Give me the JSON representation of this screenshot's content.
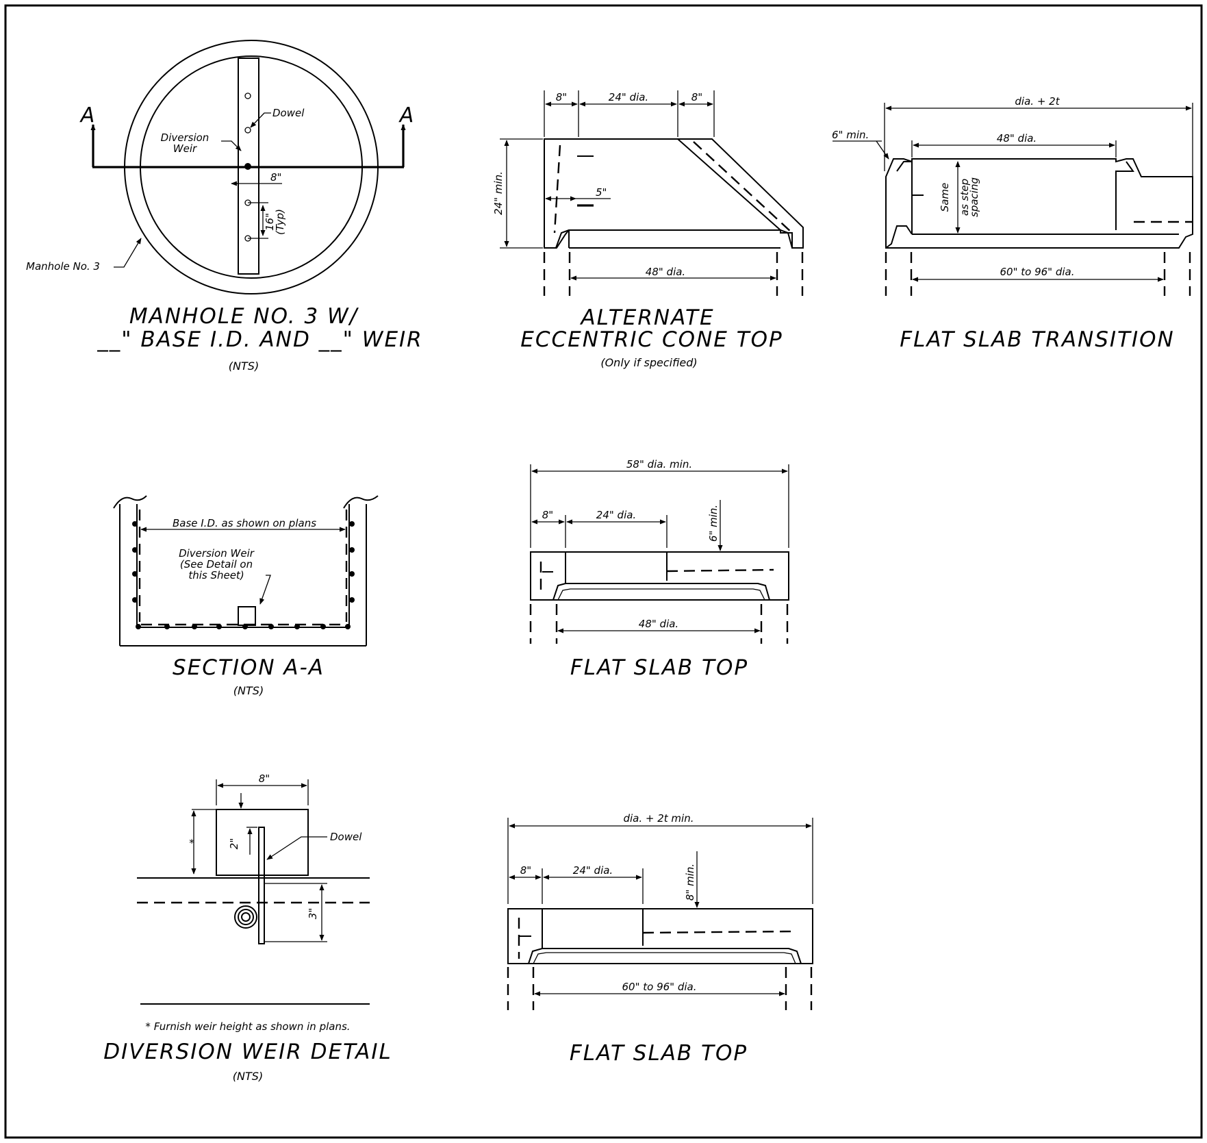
{
  "manhole": {
    "section_mark_left": "A",
    "section_mark_right": "A",
    "dowel": "Dowel",
    "diversion_weir_line1": "Diversion",
    "diversion_weir_line2": "Weir",
    "dim_8": "8\"",
    "dim_16": "16\"",
    "dim_typ": "(Typ)",
    "manhole_no": "Manhole No. 3",
    "title_line1": "MANHOLE NO. 3 W/",
    "title_line2": "__\" BASE I.D. AND __\" WEIR",
    "note": "(NTS)"
  },
  "cone": {
    "dim_8_left": "8\"",
    "dim_24": "24\" dia.",
    "dim_8_right": "8\"",
    "dim_24min": "24\" min.",
    "dim_5": "5\"",
    "dim_48": "48\" dia.",
    "title_line1": "ALTERNATE",
    "title_line2": "ECCENTRIC CONE TOP",
    "note": "(Only if specified)"
  },
  "transition": {
    "dim_total": "dia. + 2t",
    "dim_6min": "6\" min.",
    "dim_48": "48\" dia.",
    "same_line1": "Same",
    "same_line2": "as step",
    "same_line3": "spacing",
    "dim_bottom": "60\" to 96\" dia.",
    "title": "FLAT SLAB TRANSITION"
  },
  "section": {
    "base_id": "Base I.D. as shown on plans",
    "weir_line1": "Diversion Weir",
    "weir_line2": "(See Detail on",
    "weir_line3": "this Sheet)",
    "title": "SECTION A-A",
    "note": "(NTS)"
  },
  "slab1": {
    "dim_total": "58\" dia. min.",
    "dim_8": "8\"",
    "dim_24": "24\" dia.",
    "dim_6min": "6\" min.",
    "dim_48": "48\" dia.",
    "title": "FLAT SLAB TOP"
  },
  "weir": {
    "dim_8": "8\"",
    "dim_star": "*",
    "dim_2": "2\"",
    "dowel": "Dowel",
    "dim_3": "3\"",
    "footnote": "* Furnish weir height as shown in plans.",
    "title": "DIVERSION WEIR DETAIL",
    "note": "(NTS)"
  },
  "slab2": {
    "dim_total": "dia. + 2t min.",
    "dim_8": "8\"",
    "dim_24": "24\" dia.",
    "dim_8min": "8\" min.",
    "dim_bottom": "60\" to 96\" dia.",
    "title": "FLAT SLAB TOP"
  }
}
